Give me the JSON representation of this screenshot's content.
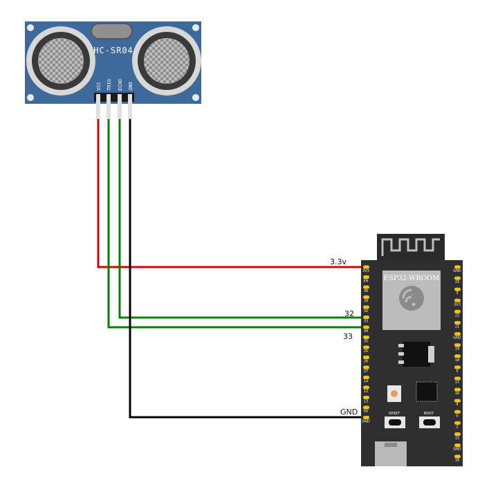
{
  "sensor": {
    "title": "HC-SR04",
    "pins": [
      "VCC",
      "TRIG",
      "ECHO",
      "GND"
    ]
  },
  "board": {
    "module_label": "ESP32-WROOM",
    "reset_label": "RESET",
    "boot_label": "BOOT",
    "left_pins": [
      "3V3",
      "EN",
      "36",
      "39",
      "32",
      "33",
      "34",
      "35",
      "25",
      "26",
      "27",
      "14",
      "12",
      "13",
      "5V",
      "GND"
    ],
    "right_pins": [
      "GND",
      "23",
      "3",
      "3V3",
      "22",
      "21",
      "GND",
      "19",
      "18",
      "5",
      "17",
      "16",
      "4",
      "0",
      "2",
      "15",
      "GND",
      "18"
    ]
  },
  "wires": {
    "vcc_label": "3.3v",
    "trig_label": "32",
    "echo_label": "33",
    "gnd_label": "GND"
  },
  "colors": {
    "vcc": "#d40000",
    "trig": "#008000",
    "echo": "#008000",
    "gnd": "#000000",
    "sensor_board": "#3d6a9b",
    "esp_board": "#2f2f2f"
  }
}
